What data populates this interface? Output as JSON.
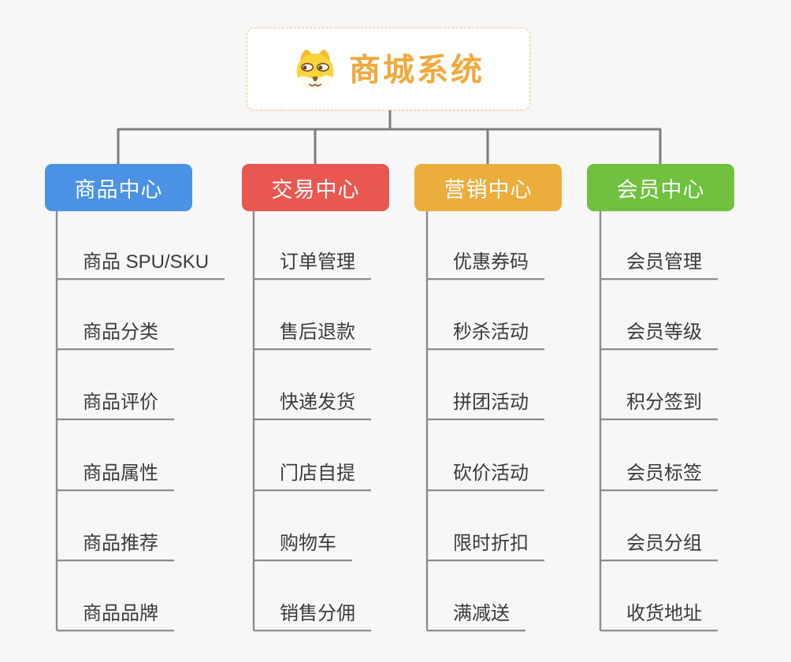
{
  "root": {
    "title": "商城系统",
    "icon": "dog-face-icon",
    "accent": "#F0A93C"
  },
  "branches": [
    {
      "label": "商品中心",
      "color": "#4B92E5",
      "items": [
        "商品 SPU/SKU",
        "商品分类",
        "商品评价",
        "商品属性",
        "商品推荐",
        "商品品牌"
      ]
    },
    {
      "label": "交易中心",
      "color": "#E85850",
      "items": [
        "订单管理",
        "售后退款",
        "快递发货",
        "门店自提",
        "购物车",
        "销售分佣"
      ]
    },
    {
      "label": "营销中心",
      "color": "#EBAD3C",
      "items": [
        "优惠券码",
        "秒杀活动",
        "拼团活动",
        "砍价活动",
        "限时折扣",
        "满减送"
      ]
    },
    {
      "label": "会员中心",
      "color": "#6FC13F",
      "items": [
        "会员管理",
        "会员等级",
        "积分签到",
        "会员标签",
        "会员分组",
        "收货地址"
      ]
    }
  ],
  "background": "#F7F7F7",
  "connector_color": "#7D7D7D",
  "underline_color": "#8C8C8C"
}
